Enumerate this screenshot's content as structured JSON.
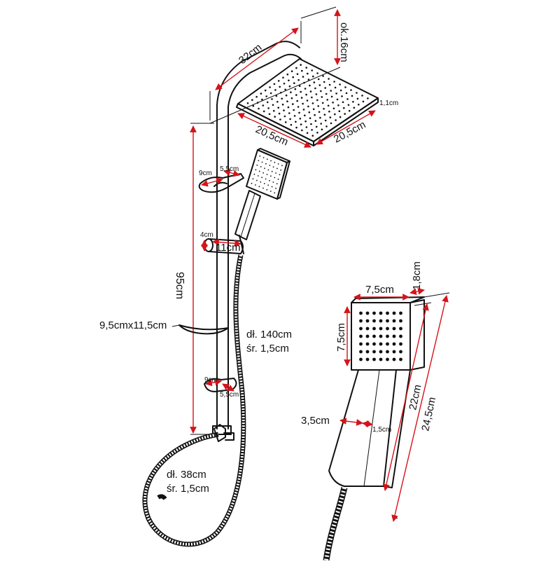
{
  "colors": {
    "dimension": "#d4141a",
    "outline": "#111111",
    "background": "#ffffff"
  },
  "dimensions": {
    "arm_length": "32cm",
    "arm_height": "ok.16cm",
    "head_thickness": "1,1cm",
    "head_side_a": "20,5cm",
    "head_side_b": "20,5cm",
    "holder_top_width": "9cm",
    "holder_top_depth": "5,5cm",
    "slider_height": "4cm",
    "slider_width": "11cm",
    "rail_length": "95cm",
    "soap_dish": "9,5cmx11,5cm",
    "hose_main_length": "dł. 140cm",
    "hose_main_diameter": "śr. 1,5cm",
    "holder_bottom_width": "9cm",
    "holder_bottom_depth": "5,5cm",
    "hose_short_length": "dł. 38cm",
    "hose_short_diameter": "śr. 1,5cm",
    "hand_head_width": "7,5cm",
    "hand_head_thickness": "1,8cm",
    "hand_head_height": "7,5cm",
    "handle_width": "3,5cm",
    "handle_thickness": "1,5cm",
    "handle_length": "22cm",
    "hand_total_length": "24,5cm"
  }
}
